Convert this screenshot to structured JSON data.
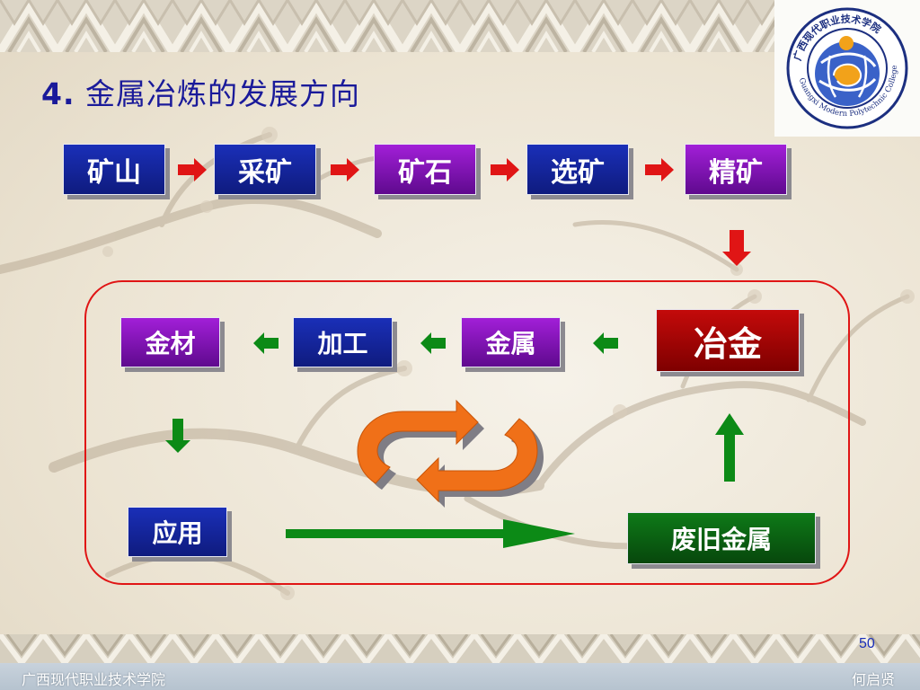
{
  "title": {
    "number": "4.",
    "text": "金属冶炼的发展方向"
  },
  "logo": {
    "text_cn": "广西现代职业技术学院",
    "text_en": "Guangxi Modern Polytechnic College"
  },
  "chain": [
    {
      "label": "矿山",
      "color": "blue"
    },
    {
      "label": "采矿",
      "color": "blue"
    },
    {
      "label": "矿石",
      "color": "purple"
    },
    {
      "label": "选矿",
      "color": "blue"
    },
    {
      "label": "精矿",
      "color": "purple"
    }
  ],
  "cycle": {
    "smelting": "冶金",
    "metal": "金属",
    "processing": "加工",
    "material": "金材",
    "application": "应用",
    "scrap": "废旧金属"
  },
  "colors": {
    "title": "#1a1a9a",
    "red_arrow": "#e01515",
    "green_arrow": "#0c8a16",
    "orange": "#f07018",
    "frame": "#e01515"
  },
  "footer": {
    "left": "广西现代职业技术学院",
    "right": "何启贤",
    "page": "50"
  }
}
